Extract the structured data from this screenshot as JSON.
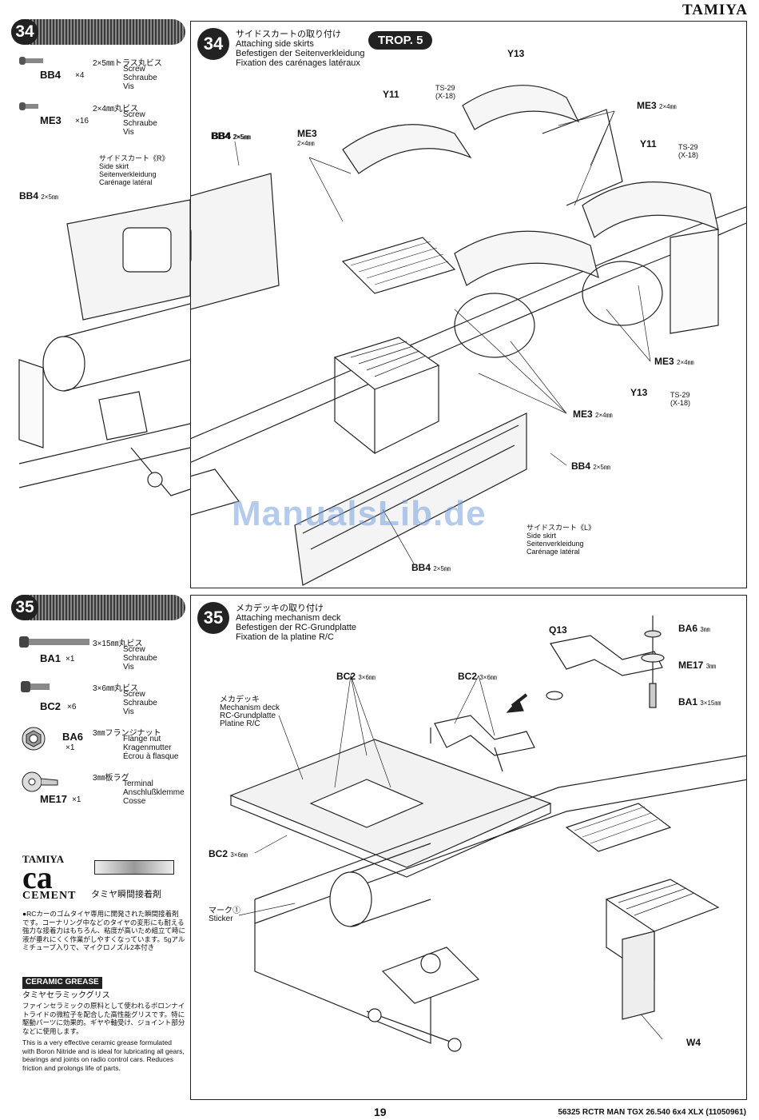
{
  "brand": "TAMIYA",
  "step34": {
    "number": "34",
    "title_jp": "サイドスカートの取り付け",
    "title_en": "Attaching side skirts",
    "title_de": "Befestigen der Seitenverkleidung",
    "title_fr": "Fixation des carénages latéraux",
    "trop": "TROP. 5",
    "parts": [
      {
        "code": "BB4",
        "qty": "×4",
        "jp": "2×5㎜トラス丸ビス",
        "tr": [
          "Screw",
          "Schraube",
          "Vis"
        ]
      },
      {
        "code": "ME3",
        "qty": "×16",
        "jp": "2×4㎜丸ビス",
        "tr": [
          "Screw",
          "Schraube",
          "Vis"
        ]
      }
    ],
    "side_skirt_r": {
      "jp": "サイドスカート《R》",
      "tr": [
        "Side skirt",
        "Seitenverkleidung",
        "Carénage latéral"
      ]
    },
    "side_skirt_l": {
      "jp": "サイドスカート《L》",
      "tr": [
        "Side skirt",
        "Seitenverkleidung",
        "Carénage latéral"
      ]
    },
    "labels": {
      "bb4": "BB4",
      "bb4_size": "2×5㎜",
      "me3": "ME3",
      "me3_size": "2×4㎜",
      "y11": "Y11",
      "y13": "Y13",
      "ts29": "TS-29",
      "x18": "(X-18)"
    }
  },
  "step35": {
    "number": "35",
    "title_jp": "メカデッキの取り付け",
    "title_en": "Attaching mechanism deck",
    "title_de": "Befestigen der RC-Grundplatte",
    "title_fr": "Fixation de la platine R/C",
    "parts": [
      {
        "code": "BA1",
        "qty": "×1",
        "jp": "3×15㎜丸ビス",
        "tr": [
          "Screw",
          "Schraube",
          "Vis"
        ]
      },
      {
        "code": "BC2",
        "qty": "×6",
        "jp": "3×6㎜丸ビス",
        "tr": [
          "Screw",
          "Schraube",
          "Vis"
        ]
      },
      {
        "code": "BA6",
        "qty": "×1",
        "jp": "3㎜フランジナット",
        "tr": [
          "Flange nut",
          "Kragenmutter",
          "Écrou à flasque"
        ]
      },
      {
        "code": "ME17",
        "qty": "×1",
        "jp": "3㎜板ラグ",
        "tr": [
          "Terminal",
          "Anschlußklemme",
          "Cosse"
        ]
      }
    ],
    "deck": {
      "jp": "メカデッキ",
      "tr": [
        "Mechanism deck",
        "RC-Grundplatte",
        "Platine R/C"
      ]
    },
    "sticker": {
      "jp": "マーク①",
      "en": "Sticker"
    },
    "labels": {
      "bc2": "BC2",
      "bc2_size": "3×6㎜",
      "q13": "Q13",
      "ba6": "BA6",
      "ba6_size": "3㎜",
      "me17": "ME17",
      "me17_size": "3㎜",
      "ba1": "BA1",
      "ba1_size": "3×15㎜",
      "w4": "W4"
    }
  },
  "cement": {
    "logo_top": "TAMIYA",
    "logo_mid": "ca",
    "logo_bottom": "CEMENT",
    "name_jp": "タミヤ瞬間接着剤",
    "text_jp": "●RCカーのゴムタイヤ専用に開発された瞬間接着剤です。コーナリング中などのタイヤの変形にも耐える強力な接着力はもちろん、粘度が高いため組立て時に液が垂れにくく作業がしやすくなっています。5gアルミチューブ入りで、マイクロノズル2本付き"
  },
  "grease": {
    "logo": "CERAMIC GREASE",
    "name_jp": "タミヤセラミックグリス",
    "text_jp": "ファインセラミックの原料として使われるボロンナイトライドの微粒子を配合した高性能グリスです。特に駆動パーツに効果的。ギヤや軸受け、ジョイント部分などに使用します。",
    "text_en": "This is a very effective ceramic grease formulated with Boron Nitride and is ideal for lubricating all gears, bearings and joints on radio control cars. Reduces friction and prolongs life of parts."
  },
  "watermark": "ManualsLib.de",
  "footer": {
    "page": "19",
    "code": "56325 RCTR MAN TGX 26.540 6x4 XLX (11050961)"
  }
}
